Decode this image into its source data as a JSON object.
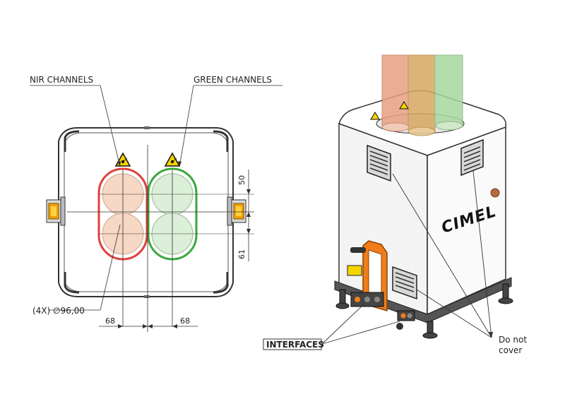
{
  "labels": {
    "nir_channels": "NIR CHANNELS",
    "green_channels": "GREEN CHANNELS",
    "diameter_callout": "(4X) ∅96,00",
    "interfaces": "INTERFACES",
    "do_not_cover_line1": "Do not",
    "do_not_cover_line2": "cover",
    "brand_logo": "CIMEL"
  },
  "dimensions": {
    "vertical_top": "50",
    "vertical_bottom": "61",
    "horizontal_left": "68",
    "horizontal_right": "68"
  },
  "colors": {
    "nir_outline": "#e0403a",
    "green_outline": "#3aa83a",
    "nir_fill": "#f6d8c4",
    "green_fill": "#dcefd8",
    "handle_orange": "#f07d1a",
    "warning_yellow": "#f5d400",
    "beam_red": "#e8a083",
    "beam_orange": "#d8a860",
    "beam_green": "#a8d8a0"
  },
  "icons": [
    "laser-warning-icon",
    "laser-warning-icon",
    "vent-grille-icon",
    "power-button-icon"
  ]
}
